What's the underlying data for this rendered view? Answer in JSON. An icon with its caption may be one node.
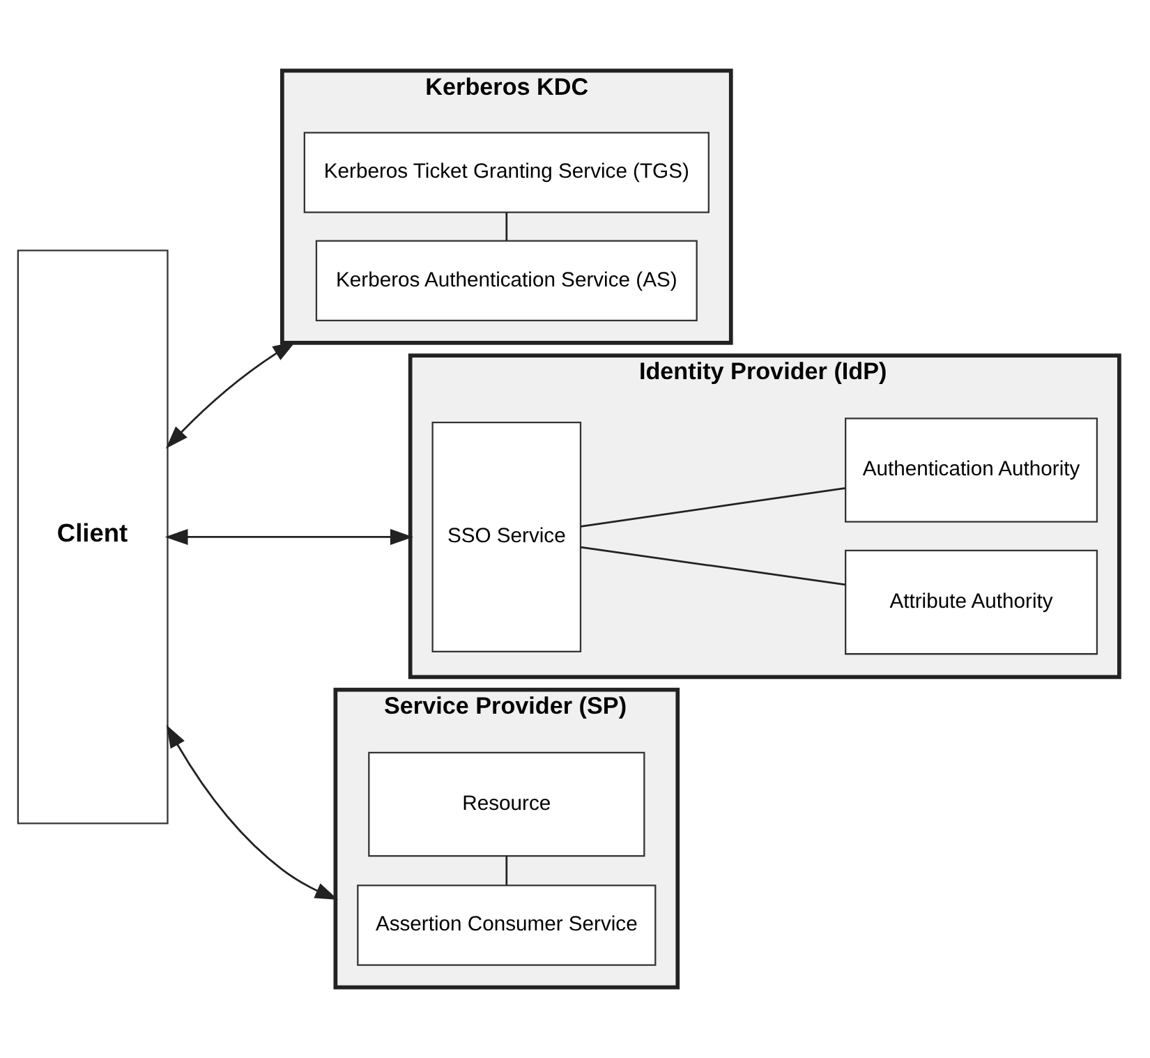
{
  "diagram": {
    "nodes": [
      {
        "text": [
          "Client"
        ]
      },
      {
        "text": [
          "Kerberos KDC"
        ]
      },
      {
        "text": [
          "Kerberos Authentication Service (AS)"
        ],
        "in": 1
      },
      {
        "text": [
          "Kerberos Ticket Granting Service (TGS)"
        ],
        "in": 1
      },
      {
        "text": [
          "Identity Provider (IdP)"
        ]
      },
      {
        "text": [
          "SSO Service"
        ],
        "in": 4
      },
      {
        "text": [
          "Authentication Authority"
        ],
        "in": 4
      },
      {
        "text": [
          "Attribute Authority"
        ],
        "in": 4
      },
      {
        "text": [
          "Service Provider (SP)"
        ]
      },
      {
        "text": [
          "Assertion Consumer Service"
        ],
        "in": 8
      },
      {
        "text": [
          "Resource"
        ],
        "in": 8
      }
    ],
    "edges": [
      {
        "from": 0,
        "to": 1,
        "arrow": "both"
      },
      {
        "from": 0,
        "to": 4,
        "arrow": "both"
      },
      {
        "from": 0,
        "to": 8,
        "arrow": "both"
      },
      {
        "from": 2,
        "to": 3,
        "arrow": "none"
      },
      {
        "from": 5,
        "to": 6,
        "arrow": "none"
      },
      {
        "from": 5,
        "to": 7,
        "arrow": "none"
      },
      {
        "from": 9,
        "to": 10,
        "arrow": "none"
      }
    ]
  }
}
